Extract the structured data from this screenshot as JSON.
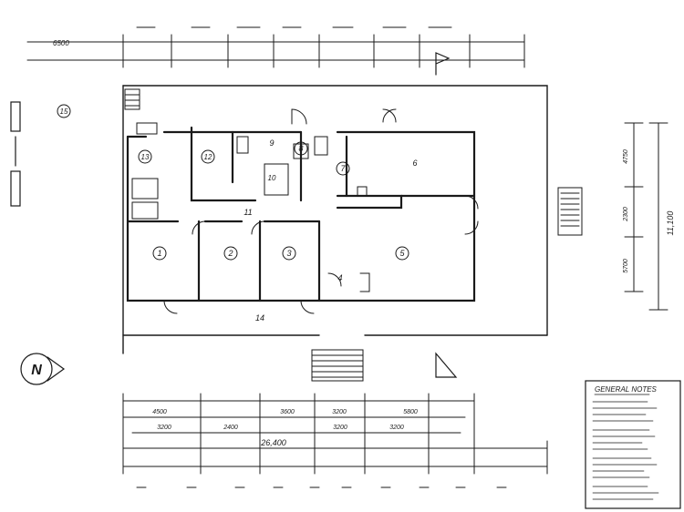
{
  "rooms": [
    {
      "n": "1"
    },
    {
      "n": "2"
    },
    {
      "n": "3"
    },
    {
      "n": "4"
    },
    {
      "n": "5"
    },
    {
      "n": "6"
    },
    {
      "n": "7"
    },
    {
      "n": "8"
    },
    {
      "n": "9"
    },
    {
      "n": "10"
    },
    {
      "n": "11"
    },
    {
      "n": "12"
    },
    {
      "n": "13"
    },
    {
      "n": "14"
    },
    {
      "n": "15"
    }
  ],
  "dims": {
    "overall_length": "26,400",
    "overall_width": "11,100",
    "left_offset": "6500",
    "seg_a": "3200",
    "seg_b": "3200",
    "seg_c": "2400",
    "seg_d": "3200",
    "seg_e": "4500",
    "seg_f": "3600",
    "seg_g": "3200",
    "seg_h": "5800",
    "side_1": "4750",
    "side_2": "2300",
    "side_3": "5700"
  },
  "north_mark": "N",
  "notes": {
    "title": "GENERAL NOTES"
  }
}
